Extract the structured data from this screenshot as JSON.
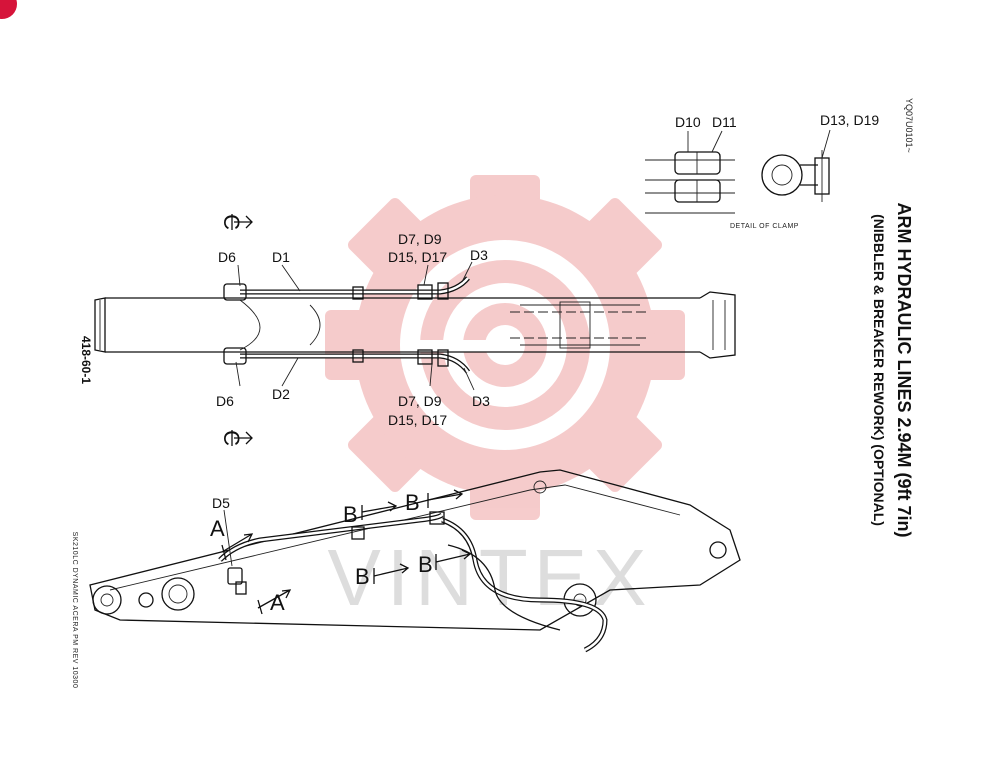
{
  "title": {
    "line1": "ARM HYDRAULIC LINES 2.94M (9ft 7in)",
    "line2": "(NIBBLER & BREAKER REWORK) (OPTIONAL)"
  },
  "page_number": "418-60-1",
  "figure_code": "YQ07U0101~",
  "footer_code": "SK210LC DYNAMIC ACERA PM REV 10300",
  "watermark": "VINTEX",
  "detail": {
    "caption": "DETAIL OF CLAMP",
    "clamp_label_1": "D10",
    "clamp_label_2": "D11",
    "bolt_label": "D13, D19"
  },
  "top_view": {
    "section_top": "C",
    "section_bottom": "C",
    "d6_top": "D6",
    "d1": "D1",
    "d7_d9_top": "D7, D9",
    "d15_d17_top": "D15, D17",
    "d3_top": "D3",
    "d6_bottom": "D6",
    "d2": "D2",
    "d7_d9_bottom": "D7, D9",
    "d15_d17_bottom": "D15, D17",
    "d3_bottom": "D3"
  },
  "side_view": {
    "d5": "D5",
    "section_a1": "A",
    "section_a2": "A",
    "section_b1": "B",
    "section_b2": "B",
    "section_b3": "B",
    "section_b4": "B"
  },
  "colors": {
    "ink": "#111111",
    "watermark": "#f3b8b8",
    "corner_marker": "#d6143a"
  }
}
